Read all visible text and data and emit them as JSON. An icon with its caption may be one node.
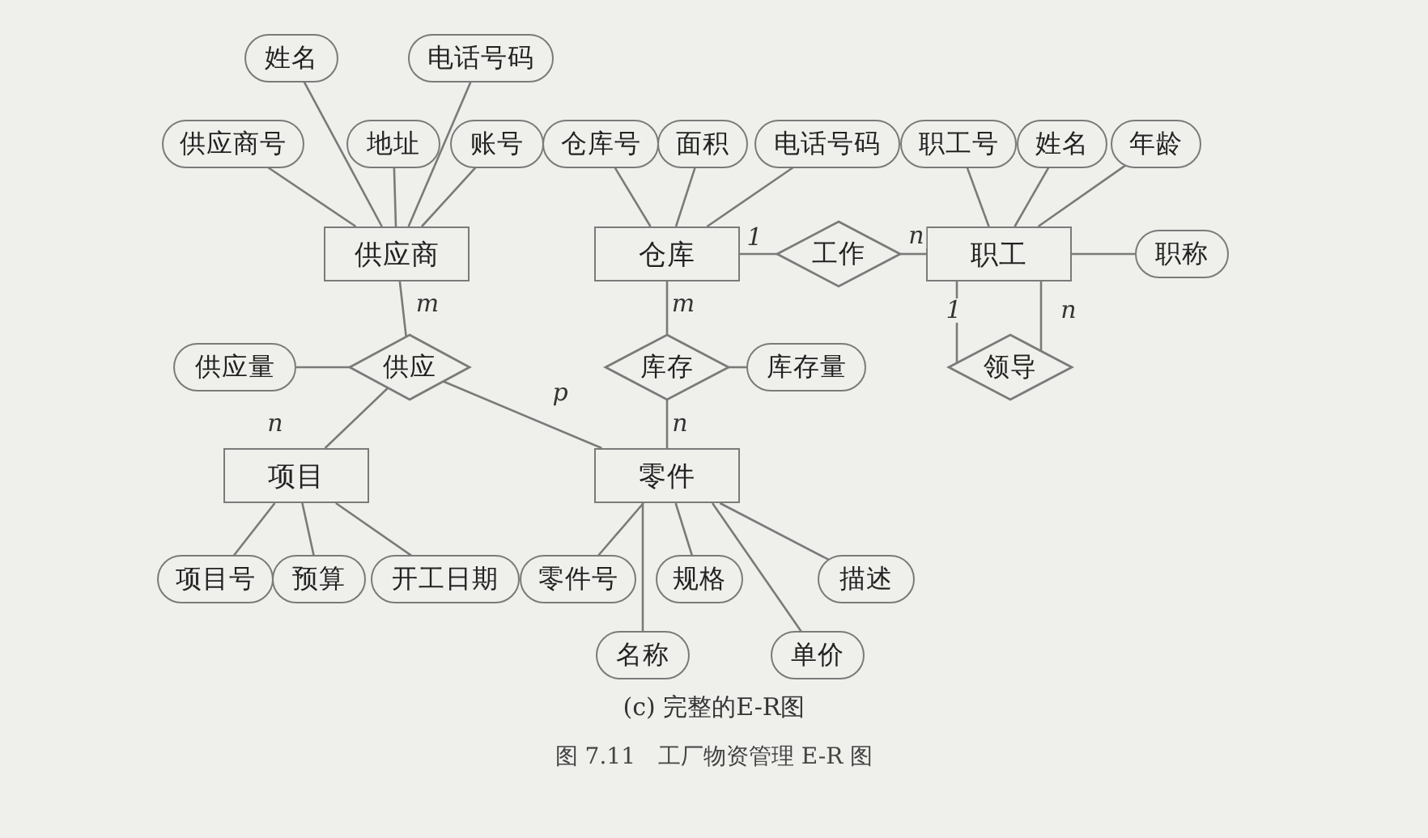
{
  "diagram": {
    "caption": "图 7.11　工厂物资管理 E-R 图",
    "nodes": [
      {
        "text": [
          "供应商"
        ]
      },
      {
        "text": [
          "仓库"
        ]
      },
      {
        "text": [
          "职工"
        ]
      },
      {
        "text": [
          "工作"
        ]
      },
      {
        "text": [
          "领导"
        ]
      },
      {
        "text": [
          "供应"
        ]
      },
      {
        "text": [
          "库存"
        ]
      },
      {
        "text": [
          "项目"
        ]
      },
      {
        "text": [
          "零件"
        ]
      },
      {
        "text": [
          "姓名"
        ]
      },
      {
        "text": [
          "电话号码"
        ]
      },
      {
        "text": [
          "供应商号"
        ]
      },
      {
        "text": [
          "地址"
        ]
      },
      {
        "text": [
          "账号"
        ]
      },
      {
        "text": [
          "仓库号"
        ]
      },
      {
        "text": [
          "面积"
        ]
      },
      {
        "text": [
          "电话号码"
        ]
      },
      {
        "text": [
          "职工号"
        ]
      },
      {
        "text": [
          "姓名"
        ]
      },
      {
        "text": [
          "年龄"
        ]
      },
      {
        "text": [
          "职称"
        ]
      },
      {
        "text": [
          "供应量"
        ]
      },
      {
        "text": [
          "库存量"
        ]
      },
      {
        "text": [
          "项目号"
        ]
      },
      {
        "text": [
          "预算"
        ]
      },
      {
        "text": [
          "开工日期"
        ]
      },
      {
        "text": [
          "零件号"
        ]
      },
      {
        "text": [
          "规格"
        ]
      },
      {
        "text": [
          "描述"
        ]
      },
      {
        "text": [
          "名称"
        ]
      },
      {
        "text": [
          "单价"
        ]
      }
    ],
    "edges": [
      {
        "from": 0,
        "to": 5,
        "arrow": "none",
        "label": "m"
      },
      {
        "from": 5,
        "to": 7,
        "arrow": "none",
        "label": "n"
      },
      {
        "from": 5,
        "to": 8,
        "arrow": "none",
        "label": "p"
      },
      {
        "from": 1,
        "to": 6,
        "arrow": "none",
        "label": "m"
      },
      {
        "from": 6,
        "to": 8,
        "arrow": "none",
        "label": "n"
      },
      {
        "from": 1,
        "to": 3,
        "arrow": "none",
        "label": "1"
      },
      {
        "from": 3,
        "to": 2,
        "arrow": "none",
        "label": "n"
      },
      {
        "from": 2,
        "to": 4,
        "arrow": "none",
        "label": "1"
      },
      {
        "from": 2,
        "to": 4,
        "arrow": "none",
        "label": "n"
      },
      {
        "from": 5,
        "to": 21,
        "arrow": "none"
      },
      {
        "from": 6,
        "to": 22,
        "arrow": "none"
      },
      {
        "from": 2,
        "to": 20,
        "arrow": "none"
      },
      {
        "from": 0,
        "to": 9,
        "arrow": "none"
      },
      {
        "from": 0,
        "to": 10,
        "arrow": "none"
      },
      {
        "from": 0,
        "to": 11,
        "arrow": "none"
      },
      {
        "from": 0,
        "to": 12,
        "arrow": "none"
      },
      {
        "from": 0,
        "to": 13,
        "arrow": "none"
      },
      {
        "from": 1,
        "to": 14,
        "arrow": "none"
      },
      {
        "from": 1,
        "to": 15,
        "arrow": "none"
      },
      {
        "from": 1,
        "to": 16,
        "arrow": "none"
      },
      {
        "from": 2,
        "to": 17,
        "arrow": "none"
      },
      {
        "from": 2,
        "to": 18,
        "arrow": "none"
      },
      {
        "from": 2,
        "to": 19,
        "arrow": "none"
      },
      {
        "from": 7,
        "to": 23,
        "arrow": "none"
      },
      {
        "from": 7,
        "to": 24,
        "arrow": "none"
      },
      {
        "from": 7,
        "to": 25,
        "arrow": "none"
      },
      {
        "from": 8,
        "to": 26,
        "arrow": "none"
      },
      {
        "from": 8,
        "to": 27,
        "arrow": "none"
      },
      {
        "from": 8,
        "to": 28,
        "arrow": "none"
      },
      {
        "from": 8,
        "to": 29,
        "arrow": "none"
      },
      {
        "from": 8,
        "to": 30,
        "arrow": "none"
      }
    ],
    "labels": [
      "(c) 完整的E-R图"
    ]
  }
}
